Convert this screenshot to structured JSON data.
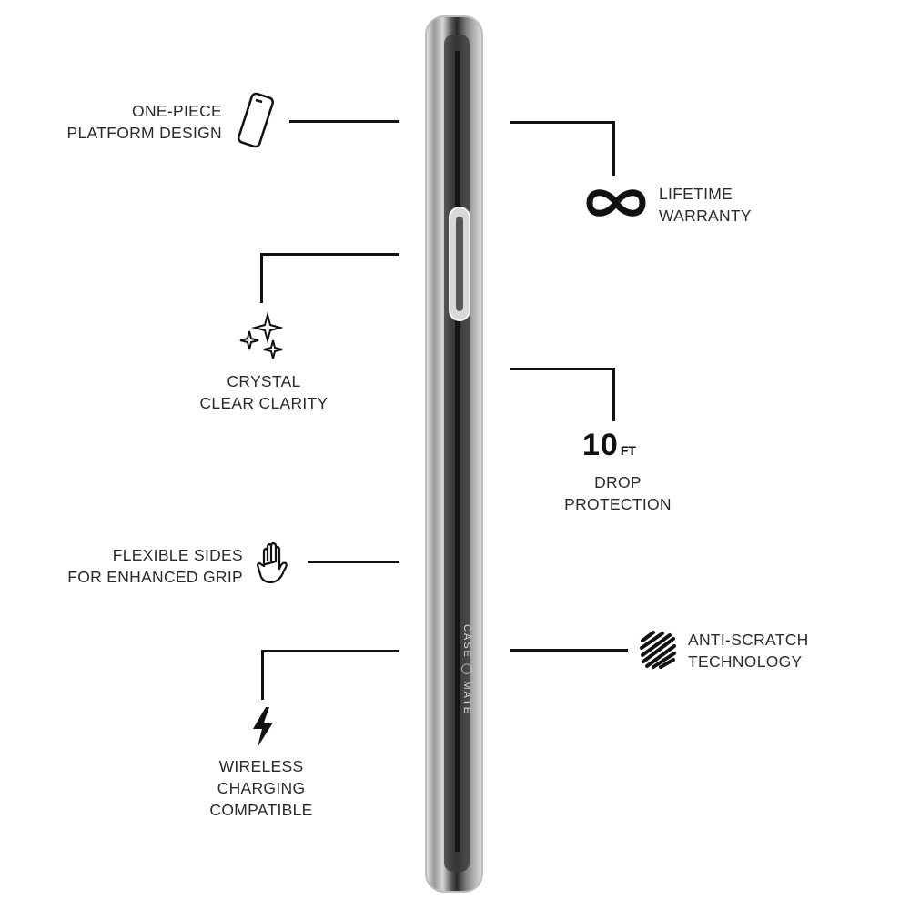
{
  "features": {
    "one_piece": {
      "line1": "ONE-PIECE",
      "line2": "PLATFORM DESIGN",
      "icon": "phone-outline-icon"
    },
    "lifetime": {
      "line1": "LIFETIME",
      "line2": "WARRANTY",
      "icon": "infinity-icon"
    },
    "crystal": {
      "line1": "CRYSTAL",
      "line2": "CLEAR CLARITY",
      "icon": "sparkles-icon"
    },
    "drop": {
      "big": "10",
      "unit": "FT",
      "line1": "DROP",
      "line2": "PROTECTION"
    },
    "flexible": {
      "line1": "FLEXIBLE SIDES",
      "line2": "FOR ENHANCED GRIP",
      "icon": "hand-icon"
    },
    "scratch": {
      "line1": "ANTI-SCRATCH",
      "line2": "TECHNOLOGY",
      "icon": "scratch-icon"
    },
    "wireless": {
      "line1": "WIRELESS",
      "line2": "CHARGING",
      "line3": "COMPATIBLE",
      "icon": "lightning-icon"
    }
  },
  "product": {
    "logo_text": "CASE-MATE"
  }
}
